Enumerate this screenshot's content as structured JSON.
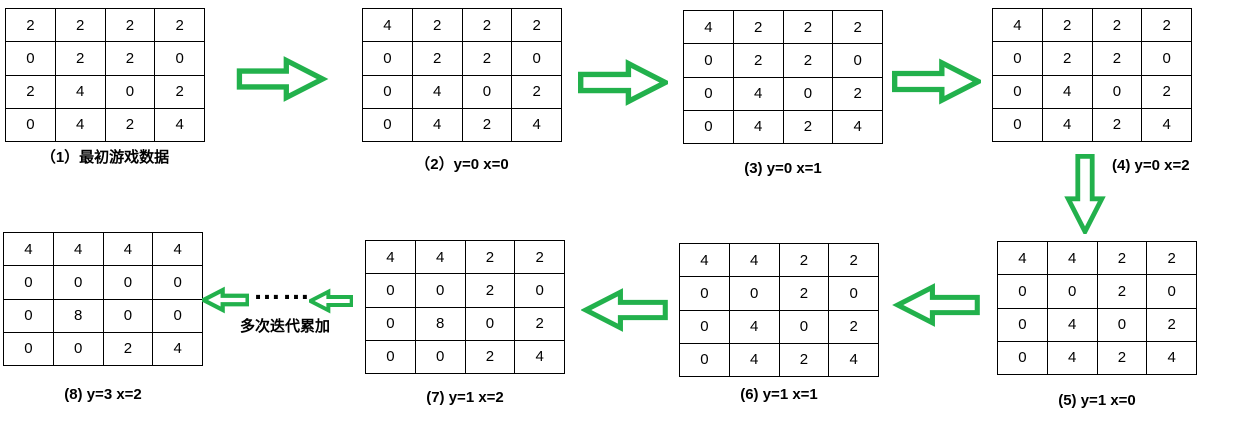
{
  "colors": {
    "arrow_green": "#22B14C",
    "grid_border": "#000000",
    "background": "#ffffff"
  },
  "ellipsis": "……",
  "iteration_note": "多次迭代累加",
  "grids": [
    {
      "step": 1,
      "label": "（1）最初游戏数据",
      "rows": [
        [
          2,
          2,
          2,
          2
        ],
        [
          0,
          2,
          2,
          0
        ],
        [
          2,
          4,
          0,
          2
        ],
        [
          0,
          4,
          2,
          4
        ]
      ]
    },
    {
      "step": 2,
      "label": "（2）y=0 x=0",
      "rows": [
        [
          4,
          2,
          2,
          2
        ],
        [
          0,
          2,
          2,
          0
        ],
        [
          0,
          4,
          0,
          2
        ],
        [
          0,
          4,
          2,
          4
        ]
      ]
    },
    {
      "step": 3,
      "label": "(3) y=0 x=1",
      "rows": [
        [
          4,
          2,
          2,
          2
        ],
        [
          0,
          2,
          2,
          0
        ],
        [
          0,
          4,
          0,
          2
        ],
        [
          0,
          4,
          2,
          4
        ]
      ]
    },
    {
      "step": 4,
      "label": "(4) y=0 x=2",
      "rows": [
        [
          4,
          2,
          2,
          2
        ],
        [
          0,
          2,
          2,
          0
        ],
        [
          0,
          4,
          0,
          2
        ],
        [
          0,
          4,
          2,
          4
        ]
      ]
    },
    {
      "step": 5,
      "label": "(5) y=1 x=0",
      "rows": [
        [
          4,
          4,
          2,
          2
        ],
        [
          0,
          0,
          2,
          0
        ],
        [
          0,
          4,
          0,
          2
        ],
        [
          0,
          4,
          2,
          4
        ]
      ]
    },
    {
      "step": 6,
      "label": "(6) y=1 x=1",
      "rows": [
        [
          4,
          4,
          2,
          2
        ],
        [
          0,
          0,
          2,
          0
        ],
        [
          0,
          4,
          0,
          2
        ],
        [
          0,
          4,
          2,
          4
        ]
      ]
    },
    {
      "step": 7,
      "label": "(7) y=1 x=2",
      "rows": [
        [
          4,
          4,
          2,
          2
        ],
        [
          0,
          0,
          2,
          0
        ],
        [
          0,
          8,
          0,
          2
        ],
        [
          0,
          0,
          2,
          4
        ]
      ]
    },
    {
      "step": 8,
      "label": "(8) y=3 x=2",
      "rows": [
        [
          4,
          4,
          4,
          4
        ],
        [
          0,
          0,
          0,
          0
        ],
        [
          0,
          8,
          0,
          0
        ],
        [
          0,
          0,
          2,
          4
        ]
      ]
    }
  ]
}
